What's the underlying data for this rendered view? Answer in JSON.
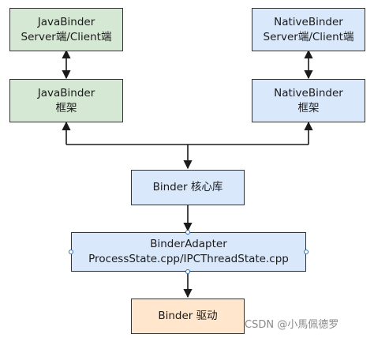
{
  "nodes": {
    "java_client": {
      "line1": "JavaBinder",
      "line2": "Server端/Client端"
    },
    "java_framework": {
      "line1": "JavaBinder",
      "line2": "框架"
    },
    "native_client": {
      "line1": "NativeBinder",
      "line2": "Server端/Client端"
    },
    "native_framework": {
      "line1": "NativeBinder",
      "line2": "框架"
    },
    "binder_core": {
      "line1": "Binder 核心库"
    },
    "binder_adapter": {
      "line1": "BinderAdapter",
      "line2": "ProcessState.cpp/IPCThreadState.cpp"
    },
    "binder_driver": {
      "line1": "Binder 驱动"
    }
  },
  "colors": {
    "java": "#d5e8d4",
    "native": "#dae8fc",
    "core": "#dae8fc",
    "adapter": "#dae8fc",
    "driver": "#ffe6cc",
    "line": "#1a1a1a"
  },
  "watermark": "CSDN @小馬佩德罗"
}
